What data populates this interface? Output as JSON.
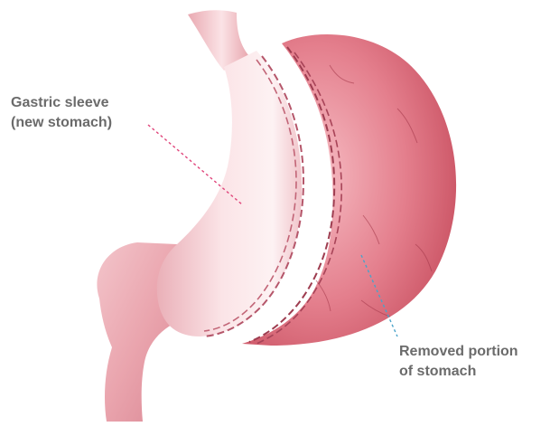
{
  "labels": {
    "gastric_sleeve": {
      "line1": "Gastric sleeve",
      "line2": "(new stomach)",
      "leader_color": "#e0457b"
    },
    "removed_portion": {
      "line1": "Removed portion",
      "line2": "of stomach",
      "leader_color": "#4aa3c9"
    }
  },
  "colors": {
    "label_text": "#6b6b6b",
    "sleeve_light": "#fdeef0",
    "sleeve_mid": "#f2c2c8",
    "removed_light": "#f3aab3",
    "removed_dark": "#c54a5b",
    "staple_line": "#b5566a"
  }
}
